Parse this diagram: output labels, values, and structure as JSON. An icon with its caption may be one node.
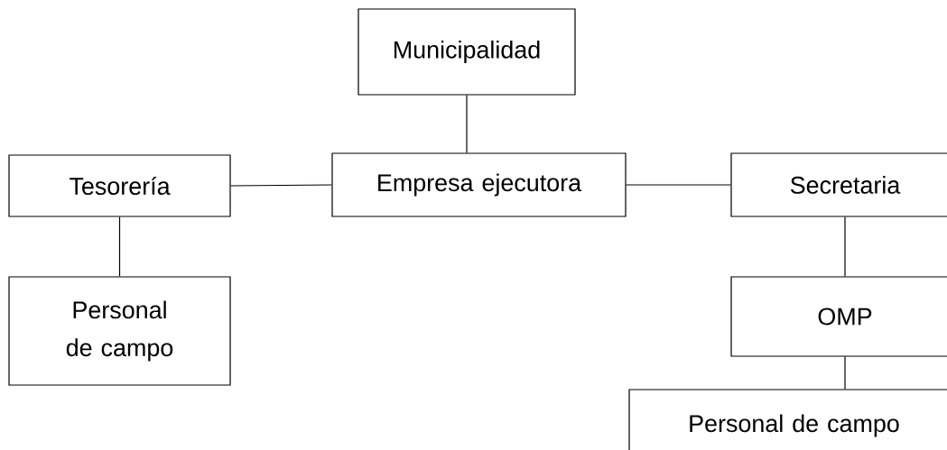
{
  "diagram": {
    "nodes": [
      {
        "text": [
          "Municipalidad"
        ]
      },
      {
        "text": [
          "Tesorería"
        ]
      },
      {
        "text": [
          "Empresa ejecutora"
        ]
      },
      {
        "text": [
          "Secretaria"
        ]
      },
      {
        "text": [
          "Personal de campo"
        ]
      },
      {
        "text": [
          "OMP"
        ]
      },
      {
        "text": [
          "Personal de campo"
        ]
      }
    ],
    "edges": [
      {
        "from": 0,
        "to": 2,
        "arrow": "none"
      },
      {
        "from": 1,
        "to": 2,
        "arrow": "none"
      },
      {
        "from": 2,
        "to": 3,
        "arrow": "none"
      },
      {
        "from": 1,
        "to": 4,
        "arrow": "none"
      },
      {
        "from": 3,
        "to": 5,
        "arrow": "none"
      },
      {
        "from": 5,
        "to": 6,
        "arrow": "none"
      }
    ]
  }
}
